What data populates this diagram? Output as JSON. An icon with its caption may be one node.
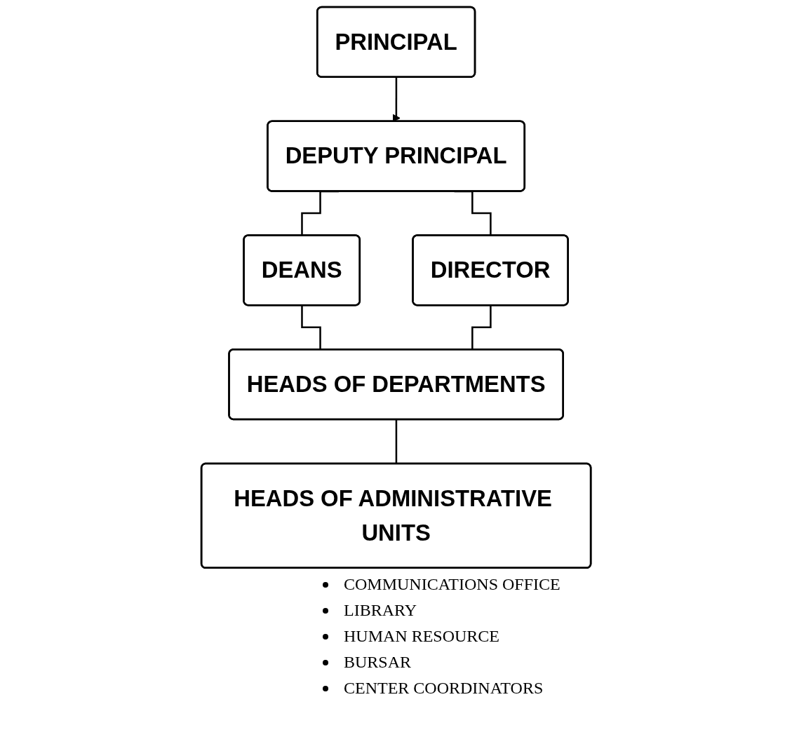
{
  "diagram": {
    "nodes": [
      {
        "text": [
          "PRINCIPAL"
        ]
      },
      {
        "text": [
          "DEPUTY PRINCIPAL"
        ]
      },
      {
        "text": [
          "DEANS"
        ]
      },
      {
        "text": [
          "DIRECTOR"
        ]
      },
      {
        "text": [
          "HEADS OF DEPARTMENTS"
        ]
      },
      {
        "text": [
          "HEADS OF ADMINISTRATIVE UNITS"
        ]
      }
    ],
    "edges": [
      {
        "from": 0,
        "to": 1,
        "arrow": "to"
      },
      {
        "from": 1,
        "to": 2,
        "arrow": "none"
      },
      {
        "from": 1,
        "to": 3,
        "arrow": "none"
      },
      {
        "from": 2,
        "to": 4,
        "arrow": "none"
      },
      {
        "from": 3,
        "to": 4,
        "arrow": "none"
      },
      {
        "from": 4,
        "to": 5,
        "arrow": "none"
      }
    ],
    "labels": [
      "COMMUNICATIONS OFFICE",
      "LIBRARY",
      "HUMAN RESOURCE",
      "BURSAR",
      "CENTER COORDINATORS"
    ]
  }
}
